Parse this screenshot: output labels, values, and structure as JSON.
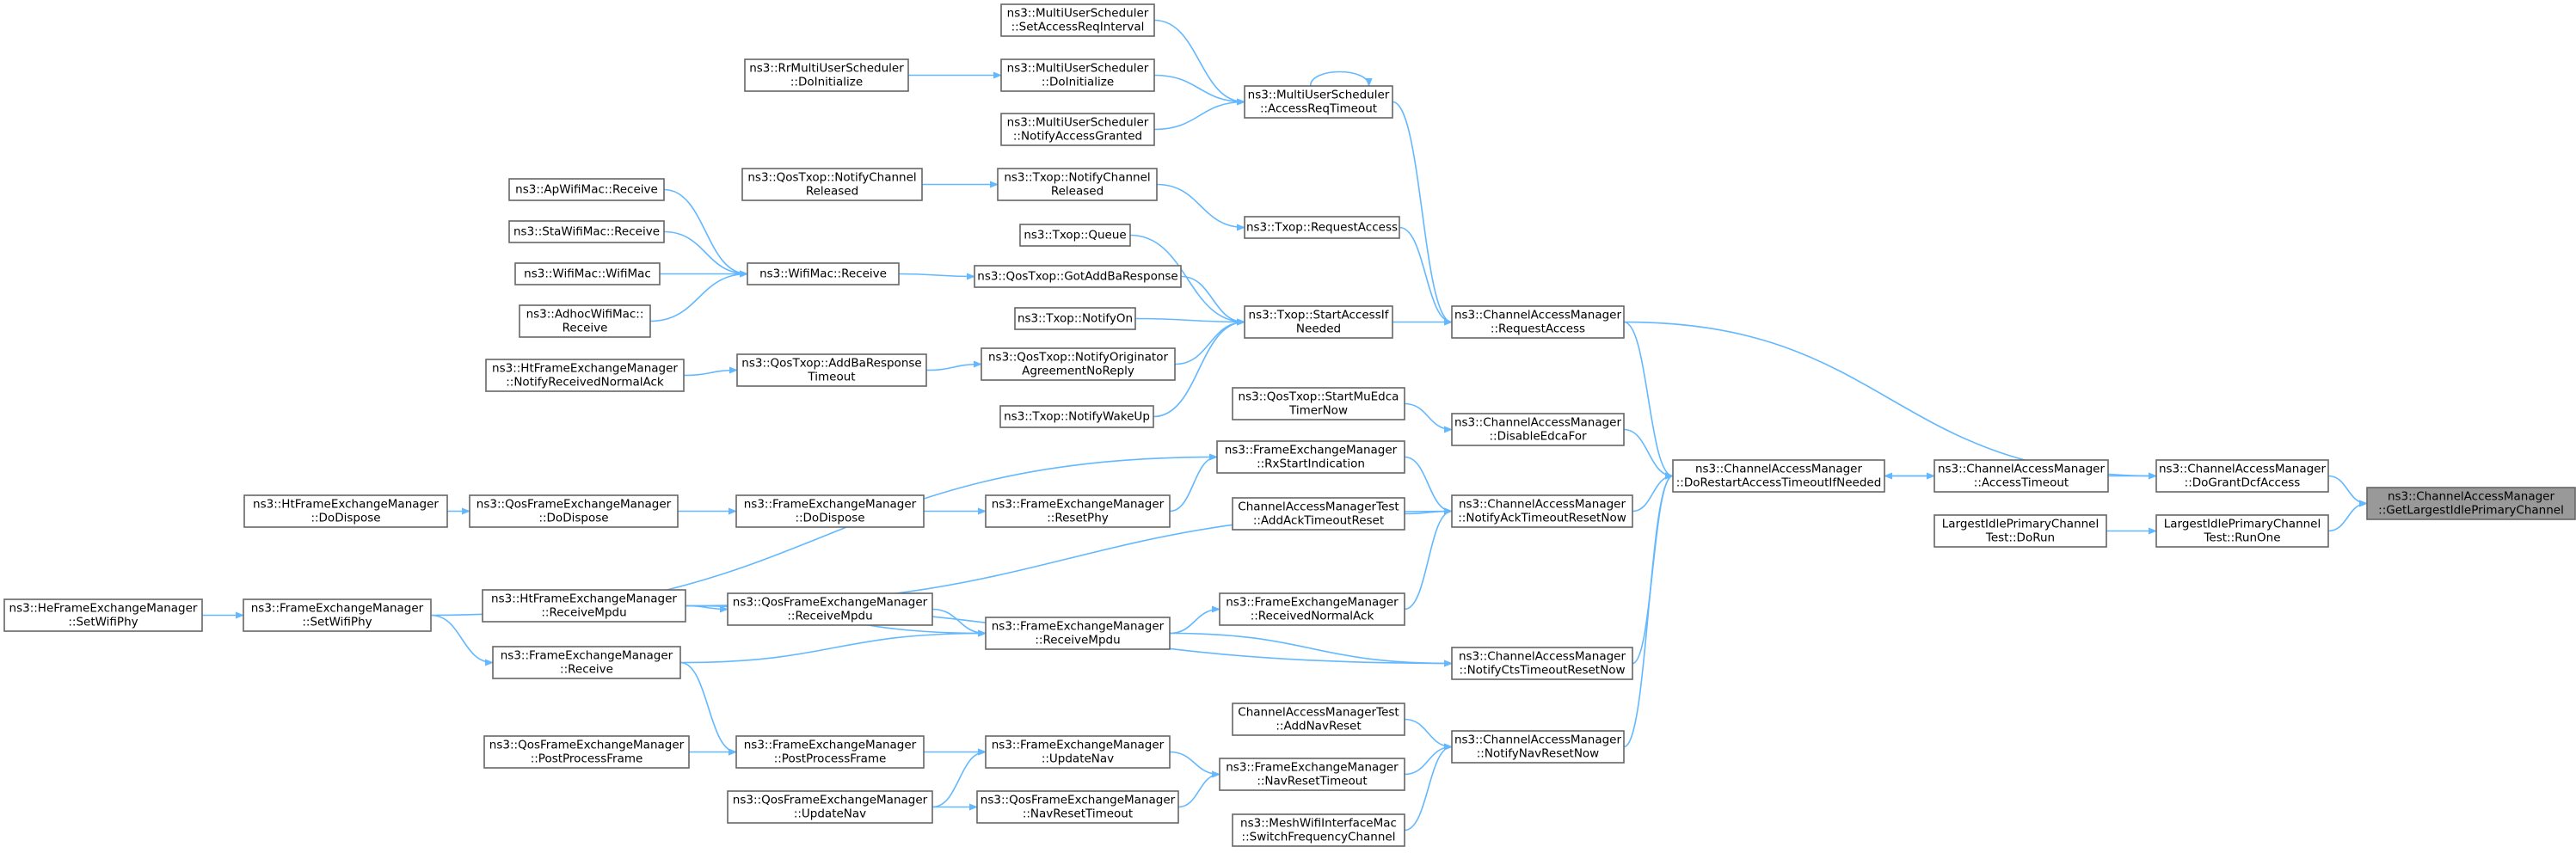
{
  "graph": {
    "title": "",
    "edge_color": "#63b8ff",
    "node_border_color": "#666666",
    "focus_node_fill": "#999999",
    "nodes": [
      {
        "id": "target",
        "lines": [
          "ns3::ChannelAccessManager",
          "::GetLargestIdlePrimaryChannel"
        ],
        "focus": true
      },
      {
        "id": "doGrantDcfAccess",
        "lines": [
          "ns3::ChannelAccessManager",
          "::DoGrantDcfAccess"
        ]
      },
      {
        "id": "runOne",
        "lines": [
          "LargestIdlePrimaryChannel",
          "Test::RunOne"
        ]
      },
      {
        "id": "doRun",
        "lines": [
          "LargestIdlePrimaryChannel",
          "Test::DoRun"
        ]
      },
      {
        "id": "accessTimeout",
        "lines": [
          "ns3::ChannelAccessManager",
          "::AccessTimeout"
        ]
      },
      {
        "id": "doRestart",
        "lines": [
          "ns3::ChannelAccessManager",
          "::DoRestartAccessTimeoutIfNeeded"
        ]
      },
      {
        "id": "requestAccessCAM",
        "lines": [
          "ns3::ChannelAccessManager",
          "::RequestAccess"
        ]
      },
      {
        "id": "disableEdca",
        "lines": [
          "ns3::ChannelAccessManager",
          "::DisableEdcaFor"
        ]
      },
      {
        "id": "notifyAckTimeout",
        "lines": [
          "ns3::ChannelAccessManager",
          "::NotifyAckTimeoutResetNow"
        ]
      },
      {
        "id": "notifyCtsTimeout",
        "lines": [
          "ns3::ChannelAccessManager",
          "::NotifyCtsTimeoutResetNow"
        ]
      },
      {
        "id": "notifyNavReset",
        "lines": [
          "ns3::ChannelAccessManager",
          "::NotifyNavResetNow"
        ]
      },
      {
        "id": "accessReqTimeout",
        "lines": [
          "ns3::MultiUserScheduler",
          "::AccessReqTimeout"
        ]
      },
      {
        "id": "txopRequestAccess",
        "lines": [
          "ns3::Txop::RequestAccess"
        ]
      },
      {
        "id": "startAccessIf",
        "lines": [
          "ns3::Txop::StartAccessIf",
          "Needed"
        ]
      },
      {
        "id": "startMuEdca",
        "lines": [
          "ns3::QosTxop::StartMuEdca",
          "TimerNow"
        ]
      },
      {
        "id": "rxStartIndication",
        "lines": [
          "ns3::FrameExchangeManager",
          "::RxStartIndication"
        ]
      },
      {
        "id": "addAckTimeoutReset",
        "lines": [
          "ChannelAccessManagerTest",
          "::AddAckTimeoutReset"
        ]
      },
      {
        "id": "receivedNormalAck",
        "lines": [
          "ns3::FrameExchangeManager",
          "::ReceivedNormalAck"
        ]
      },
      {
        "id": "addNavReset",
        "lines": [
          "ChannelAccessManagerTest",
          "::AddNavReset"
        ]
      },
      {
        "id": "navResetTimeoutFEM",
        "lines": [
          "ns3::FrameExchangeManager",
          "::NavResetTimeout"
        ]
      },
      {
        "id": "switchFreq",
        "lines": [
          "ns3::MeshWifiInterfaceMac",
          "::SwitchFrequencyChannel"
        ]
      },
      {
        "id": "setAccessReqInterval",
        "lines": [
          "ns3::MultiUserScheduler",
          "::SetAccessReqInterval"
        ]
      },
      {
        "id": "musDoInitialize",
        "lines": [
          "ns3::MultiUserScheduler",
          "::DoInitialize"
        ]
      },
      {
        "id": "notifyAccessGranted",
        "lines": [
          "ns3::MultiUserScheduler",
          "::NotifyAccessGranted"
        ]
      },
      {
        "id": "rrDoInitialize",
        "lines": [
          "ns3::RrMultiUserScheduler",
          "::DoInitialize"
        ]
      },
      {
        "id": "txopNotifyChannelReleased",
        "lines": [
          "ns3::Txop::NotifyChannel",
          "Released"
        ]
      },
      {
        "id": "qosNotifyChannelReleased",
        "lines": [
          "ns3::QosTxop::NotifyChannel",
          "Released"
        ]
      },
      {
        "id": "txopQueue",
        "lines": [
          "ns3::Txop::Queue"
        ]
      },
      {
        "id": "gotAddBa",
        "lines": [
          "ns3::QosTxop::GotAddBaResponse"
        ]
      },
      {
        "id": "notifyOn",
        "lines": [
          "ns3::Txop::NotifyOn"
        ]
      },
      {
        "id": "notifyOriginator",
        "lines": [
          "ns3::QosTxop::NotifyOriginator",
          "AgreementNoReply"
        ]
      },
      {
        "id": "notifyWakeUp",
        "lines": [
          "ns3::Txop::NotifyWakeUp"
        ]
      },
      {
        "id": "wifiMacReceive",
        "lines": [
          "ns3::WifiMac::Receive"
        ]
      },
      {
        "id": "apReceive",
        "lines": [
          "ns3::ApWifiMac::Receive"
        ]
      },
      {
        "id": "staReceive",
        "lines": [
          "ns3::StaWifiMac::Receive"
        ]
      },
      {
        "id": "wifiMacCtor",
        "lines": [
          "ns3::WifiMac::WifiMac"
        ]
      },
      {
        "id": "adhocReceive",
        "lines": [
          "ns3::AdhocWifiMac::",
          "Receive"
        ]
      },
      {
        "id": "addBaResponseTimeout",
        "lines": [
          "ns3::QosTxop::AddBaResponse",
          "Timeout"
        ]
      },
      {
        "id": "htNotifyReceivedNormalAck",
        "lines": [
          "ns3::HtFrameExchangeManager",
          "::NotifyReceivedNormalAck"
        ]
      },
      {
        "id": "resetPhy",
        "lines": [
          "ns3::FrameExchangeManager",
          "::ResetPhy"
        ]
      },
      {
        "id": "femDoDispose",
        "lines": [
          "ns3::FrameExchangeManager",
          "::DoDispose"
        ]
      },
      {
        "id": "qosDoDispose",
        "lines": [
          "ns3::QosFrameExchangeManager",
          "::DoDispose"
        ]
      },
      {
        "id": "htDoDispose",
        "lines": [
          "ns3::HtFrameExchangeManager",
          "::DoDispose"
        ]
      },
      {
        "id": "femSetWifiPhy",
        "lines": [
          "ns3::FrameExchangeManager",
          "::SetWifiPhy"
        ]
      },
      {
        "id": "heSetWifiPhy",
        "lines": [
          "ns3::HeFrameExchangeManager",
          "::SetWifiPhy"
        ]
      },
      {
        "id": "femReceiveMpdu",
        "lines": [
          "ns3::FrameExchangeManager",
          "::ReceiveMpdu"
        ]
      },
      {
        "id": "htReceiveMpdu",
        "lines": [
          "ns3::HtFrameExchangeManager",
          "::ReceiveMpdu"
        ]
      },
      {
        "id": "qosReceiveMpdu",
        "lines": [
          "ns3::QosFrameExchangeManager",
          "::ReceiveMpdu"
        ]
      },
      {
        "id": "femReceive",
        "lines": [
          "ns3::FrameExchangeManager",
          "::Receive"
        ]
      },
      {
        "id": "femUpdateNav",
        "lines": [
          "ns3::FrameExchangeManager",
          "::UpdateNav"
        ]
      },
      {
        "id": "qosNavResetTimeout",
        "lines": [
          "ns3::QosFrameExchangeManager",
          "::NavResetTimeout"
        ]
      },
      {
        "id": "femPostProcessFrame",
        "lines": [
          "ns3::FrameExchangeManager",
          "::PostProcessFrame"
        ]
      },
      {
        "id": "qosPostProcessFrame",
        "lines": [
          "ns3::QosFrameExchangeManager",
          "::PostProcessFrame"
        ]
      },
      {
        "id": "qosUpdateNav",
        "lines": [
          "ns3::QosFrameExchangeManager",
          "::UpdateNav"
        ]
      }
    ],
    "edges": [
      [
        "doGrantDcfAccess",
        "target"
      ],
      [
        "runOne",
        "target"
      ],
      [
        "doRun",
        "runOne"
      ],
      [
        "accessTimeout",
        "doGrantDcfAccess"
      ],
      [
        "requestAccessCAM",
        "doGrantDcfAccess"
      ],
      [
        "doRestart",
        "accessTimeout"
      ],
      [
        "accessTimeout",
        "doRestart"
      ],
      [
        "requestAccessCAM",
        "doRestart"
      ],
      [
        "disableEdca",
        "doRestart"
      ],
      [
        "notifyAckTimeout",
        "doRestart"
      ],
      [
        "notifyCtsTimeout",
        "doRestart"
      ],
      [
        "notifyNavReset",
        "doRestart"
      ],
      [
        "accessReqTimeout",
        "requestAccessCAM"
      ],
      [
        "txopRequestAccess",
        "requestAccessCAM"
      ],
      [
        "startAccessIf",
        "requestAccessCAM"
      ],
      [
        "startMuEdca",
        "disableEdca"
      ],
      [
        "rxStartIndication",
        "notifyAckTimeout"
      ],
      [
        "addAckTimeoutReset",
        "notifyAckTimeout"
      ],
      [
        "receivedNormalAck",
        "notifyAckTimeout"
      ],
      [
        "htReceiveMpdu",
        "notifyAckTimeout"
      ],
      [
        "femReceiveMpdu",
        "notifyCtsTimeout"
      ],
      [
        "htReceiveMpdu",
        "notifyCtsTimeout"
      ],
      [
        "addNavReset",
        "notifyNavReset"
      ],
      [
        "navResetTimeoutFEM",
        "notifyNavReset"
      ],
      [
        "switchFreq",
        "notifyNavReset"
      ],
      [
        "setAccessReqInterval",
        "accessReqTimeout"
      ],
      [
        "musDoInitialize",
        "accessReqTimeout"
      ],
      [
        "notifyAccessGranted",
        "accessReqTimeout"
      ],
      [
        "accessReqTimeout",
        "accessReqTimeout"
      ],
      [
        "rrDoInitialize",
        "musDoInitialize"
      ],
      [
        "txopNotifyChannelReleased",
        "txopRequestAccess"
      ],
      [
        "qosNotifyChannelReleased",
        "txopNotifyChannelReleased"
      ],
      [
        "txopQueue",
        "startAccessIf"
      ],
      [
        "gotAddBa",
        "startAccessIf"
      ],
      [
        "notifyOn",
        "startAccessIf"
      ],
      [
        "notifyOriginator",
        "startAccessIf"
      ],
      [
        "notifyWakeUp",
        "startAccessIf"
      ],
      [
        "wifiMacReceive",
        "gotAddBa"
      ],
      [
        "apReceive",
        "wifiMacReceive"
      ],
      [
        "staReceive",
        "wifiMacReceive"
      ],
      [
        "wifiMacCtor",
        "wifiMacReceive"
      ],
      [
        "adhocReceive",
        "wifiMacReceive"
      ],
      [
        "addBaResponseTimeout",
        "notifyOriginator"
      ],
      [
        "htNotifyReceivedNormalAck",
        "addBaResponseTimeout"
      ],
      [
        "resetPhy",
        "rxStartIndication"
      ],
      [
        "femSetWifiPhy",
        "rxStartIndication"
      ],
      [
        "femDoDispose",
        "resetPhy"
      ],
      [
        "qosDoDispose",
        "femDoDispose"
      ],
      [
        "htDoDispose",
        "qosDoDispose"
      ],
      [
        "heSetWifiPhy",
        "femSetWifiPhy"
      ],
      [
        "femReceiveMpdu",
        "receivedNormalAck"
      ],
      [
        "qosReceiveMpdu",
        "femReceiveMpdu"
      ],
      [
        "htReceiveMpdu",
        "femReceiveMpdu"
      ],
      [
        "femReceive",
        "femReceiveMpdu"
      ],
      [
        "htReceiveMpdu",
        "qosReceiveMpdu"
      ],
      [
        "femSetWifiPhy",
        "femReceive"
      ],
      [
        "femReceive",
        "femPostProcessFrame"
      ],
      [
        "femUpdateNav",
        "navResetTimeoutFEM"
      ],
      [
        "qosNavResetTimeout",
        "navResetTimeoutFEM"
      ],
      [
        "femPostProcessFrame",
        "femUpdateNav"
      ],
      [
        "qosUpdateNav",
        "femUpdateNav"
      ],
      [
        "qosPostProcessFrame",
        "femPostProcessFrame"
      ],
      [
        "qosUpdateNav",
        "qosNavResetTimeout"
      ]
    ]
  }
}
